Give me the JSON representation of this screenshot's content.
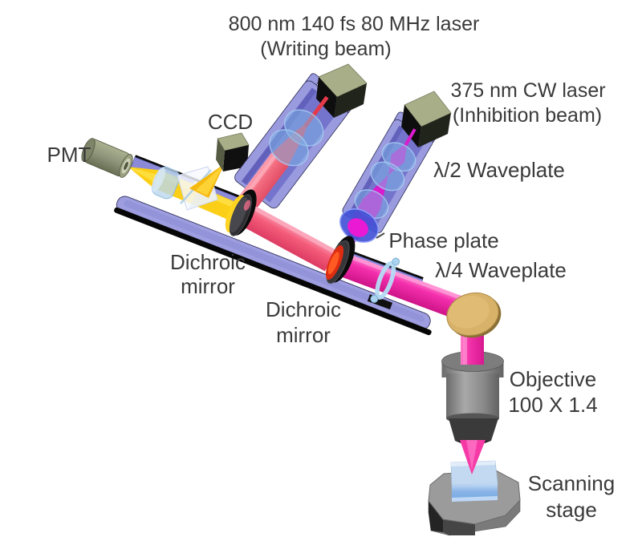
{
  "figure": {
    "type": "optical-setup-diagram",
    "labels": {
      "writing_laser": {
        "line1": "800 nm 140 fs 80 MHz laser",
        "line2": "(Writing beam)"
      },
      "inhibition_laser": {
        "line1": "375 nm CW laser",
        "line2": "(Inhibition beam)"
      },
      "half_waveplate": "λ/2 Waveplate",
      "ccd": "CCD",
      "pmt": "PMT",
      "dichroic_mirror_1": {
        "line1": "Dichroic",
        "line2": "mirror"
      },
      "phase_plate": "Phase plate",
      "quarter_waveplate": "λ/4 Waveplate",
      "dichroic_mirror_2": {
        "line1": "Dichroic",
        "line2": "mirror"
      },
      "objective": {
        "line1": "Objective",
        "line2": "100 X 1.4"
      },
      "scanning_stage": {
        "line1": "Scanning",
        "line2": "stage"
      }
    },
    "colors": {
      "background": "#ffffff",
      "label_text": "#3a3a3a",
      "writing_beam": "#f4607a",
      "inhibition_beam": "#da1bce",
      "combined_beam": "#f42fad",
      "detection_beam": "#fccf14",
      "optical_rail": "#9d9de0",
      "lens": "#7fb2e6",
      "phase_plate_ring": "#4353d6",
      "laser_housing": "#a8ae88",
      "fold_mirror_gold": "#d9b269",
      "dichroic_dark": "#2f2f33",
      "objective_gray": "#8a8a8a",
      "sample_blue": "#88b3e6",
      "stage_gray": "#9a9a9a"
    }
  }
}
